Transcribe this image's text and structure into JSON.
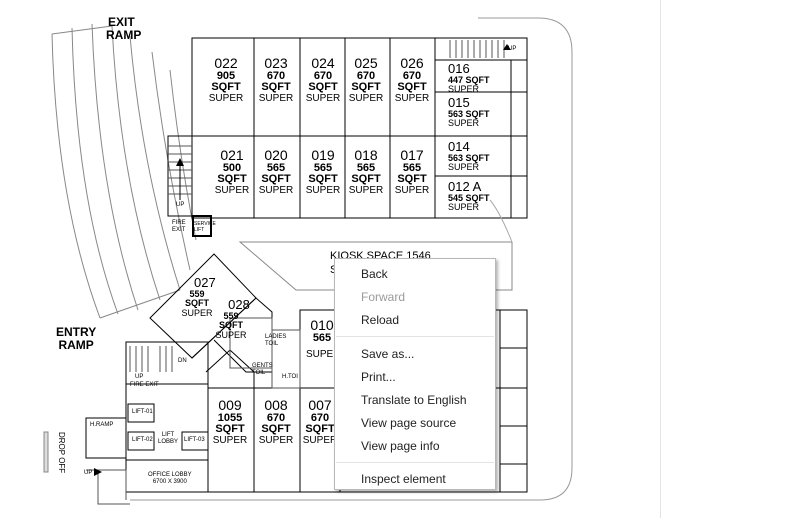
{
  "units": [
    {
      "id": "u022",
      "num": "022",
      "sqft": "905",
      "sqft_label": "SQFT",
      "super": "SUPER"
    },
    {
      "id": "u023",
      "num": "023",
      "sqft": "670",
      "sqft_label": "SQFT",
      "super": "SUPER"
    },
    {
      "id": "u024",
      "num": "024",
      "sqft": "670",
      "sqft_label": "SQFT",
      "super": "SUPER"
    },
    {
      "id": "u025",
      "num": "025",
      "sqft": "670",
      "sqft_label": "SQFT",
      "super": "SUPER"
    },
    {
      "id": "u026",
      "num": "026",
      "sqft": "670",
      "sqft_label": "SQFT",
      "super": "SUPER"
    },
    {
      "id": "u016",
      "num": "016",
      "sqft": "447 SQFT",
      "super": "SUPER"
    },
    {
      "id": "u015",
      "num": "015",
      "sqft": "563 SQFT",
      "super": "SUPER"
    },
    {
      "id": "u021",
      "num": "021",
      "sqft": "500",
      "sqft_label": "SQFT",
      "super": "SUPER"
    },
    {
      "id": "u020",
      "num": "020",
      "sqft": "565",
      "sqft_label": "SQFT",
      "super": "SUPER"
    },
    {
      "id": "u019",
      "num": "019",
      "sqft": "565",
      "sqft_label": "SQFT",
      "super": "SUPER"
    },
    {
      "id": "u018",
      "num": "018",
      "sqft": "565",
      "sqft_label": "SQFT",
      "super": "SUPER"
    },
    {
      "id": "u017",
      "num": "017",
      "sqft": "565",
      "sqft_label": "SQFT",
      "super": "SUPER"
    },
    {
      "id": "u014",
      "num": "014",
      "sqft": "563 SQFT",
      "super": "SUPER"
    },
    {
      "id": "u012a",
      "num": "012 A",
      "sqft": "545 SQFT",
      "super": "SUPER"
    },
    {
      "id": "u027",
      "num": "027",
      "sqft": "559",
      "sqft_label": "SQFT",
      "super": "SUPER"
    },
    {
      "id": "u028",
      "num": "028",
      "sqft": "559",
      "sqft_label": "SQFT",
      "super": "SUPER"
    },
    {
      "id": "u010",
      "num": "010",
      "sqft": "565",
      "super": "SUPER"
    },
    {
      "id": "u009",
      "num": "009",
      "sqft": "1055",
      "sqft_label": "SQFT",
      "super": "SUPER"
    },
    {
      "id": "u008",
      "num": "008",
      "sqft": "670",
      "sqft_label": "SQFT",
      "super": "SUPER"
    },
    {
      "id": "u007",
      "num": "007",
      "sqft": "670",
      "sqft_label": "SQFT",
      "super": "SUPER"
    }
  ],
  "labels": {
    "exit_ramp_1": "EXIT",
    "exit_ramp_2": "RAMP",
    "entry_ramp_1": "ENTRY",
    "entry_ramp_2": "RAMP",
    "kiosk": "KIOSK SPACE  1546",
    "kiosk_s": "S",
    "fire_exit_top_1": "FIRE",
    "fire_exit_top_2": "EXIT",
    "service_lift_1": "SERVICE",
    "service_lift_2": "LIFT",
    "up_top": "UP",
    "up_stair": "UP",
    "up_left": "UP",
    "up_corner": "UP",
    "dn": "DN",
    "fire_exit_bottom": "FIRE EXIT",
    "lift_01": "LIFT-01",
    "lift_02": "LIFT-02",
    "lift_03": "LIFT-03",
    "lift_lobby_1": "LIFT",
    "lift_lobby_2": "LOBBY",
    "office_lobby": "OFFICE LOBBY",
    "office_lobby_dim": "6700 X 3900",
    "drop_off": "DROP OFF",
    "h_ramp": "H.RAMP",
    "up_bottom": "UP",
    "ladies_toil_1": "LADIES",
    "ladies_toil_2": "TOIL",
    "gents_toil_1": "GENTS",
    "gents_toil_2": "TOIL",
    "h_toil": "H.TOI"
  },
  "context_menu": {
    "items": [
      {
        "label": "Back",
        "enabled": true
      },
      {
        "label": "Forward",
        "enabled": false
      },
      {
        "label": "Reload",
        "enabled": true
      },
      {
        "label": "Save as...",
        "enabled": true
      },
      {
        "label": "Print...",
        "enabled": true
      },
      {
        "label": "Translate to English",
        "enabled": true
      },
      {
        "label": "View page source",
        "enabled": true
      },
      {
        "label": "View page info",
        "enabled": true
      },
      {
        "label": "Inspect element",
        "enabled": true
      }
    ]
  }
}
